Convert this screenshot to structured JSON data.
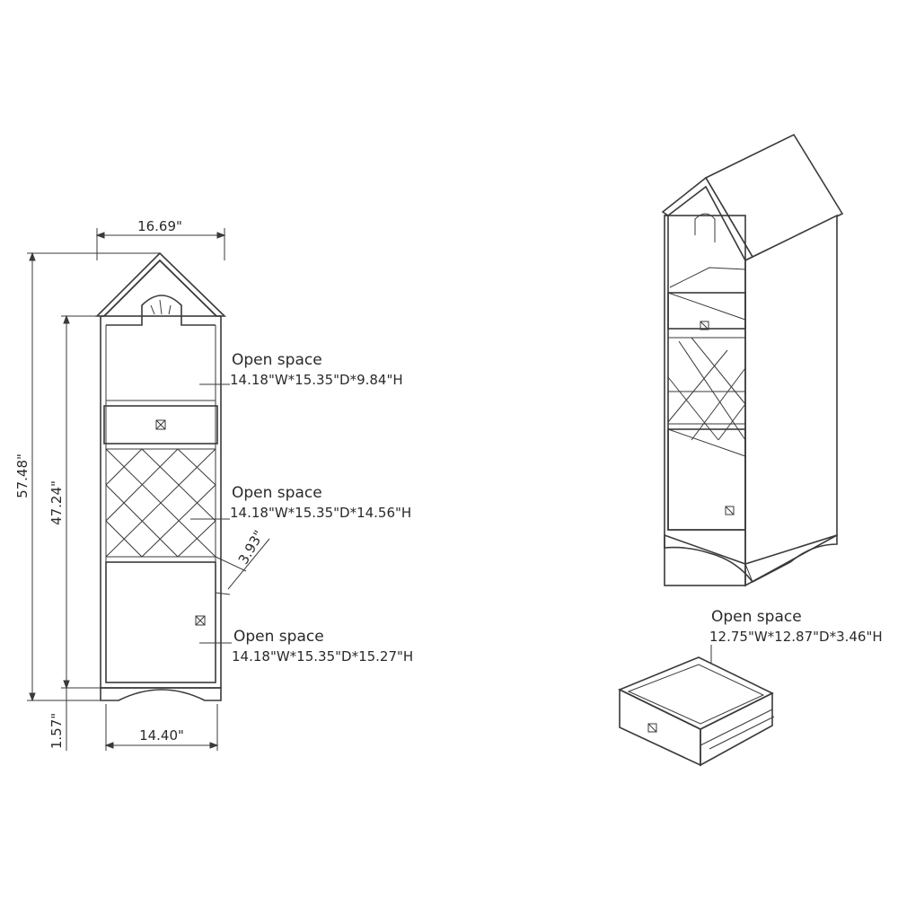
{
  "dimensions": {
    "overall_width": "16.69\"",
    "overall_height": "57.48\"",
    "body_height": "47.24\"",
    "base_height": "1.57\"",
    "base_width": "14.40\"",
    "rack_cell": "3.93\""
  },
  "callouts": [
    {
      "title": "Open space",
      "spec": "14.18\"W*15.35\"D*9.84\"H"
    },
    {
      "title": "Open space",
      "spec": "14.18\"W*15.35\"D*14.56\"H"
    },
    {
      "title": "Open space",
      "spec": "14.18\"W*15.35\"D*15.27\"H"
    },
    {
      "title": "Open space",
      "spec": "12.75\"W*12.87\"D*3.46\"H"
    }
  ]
}
